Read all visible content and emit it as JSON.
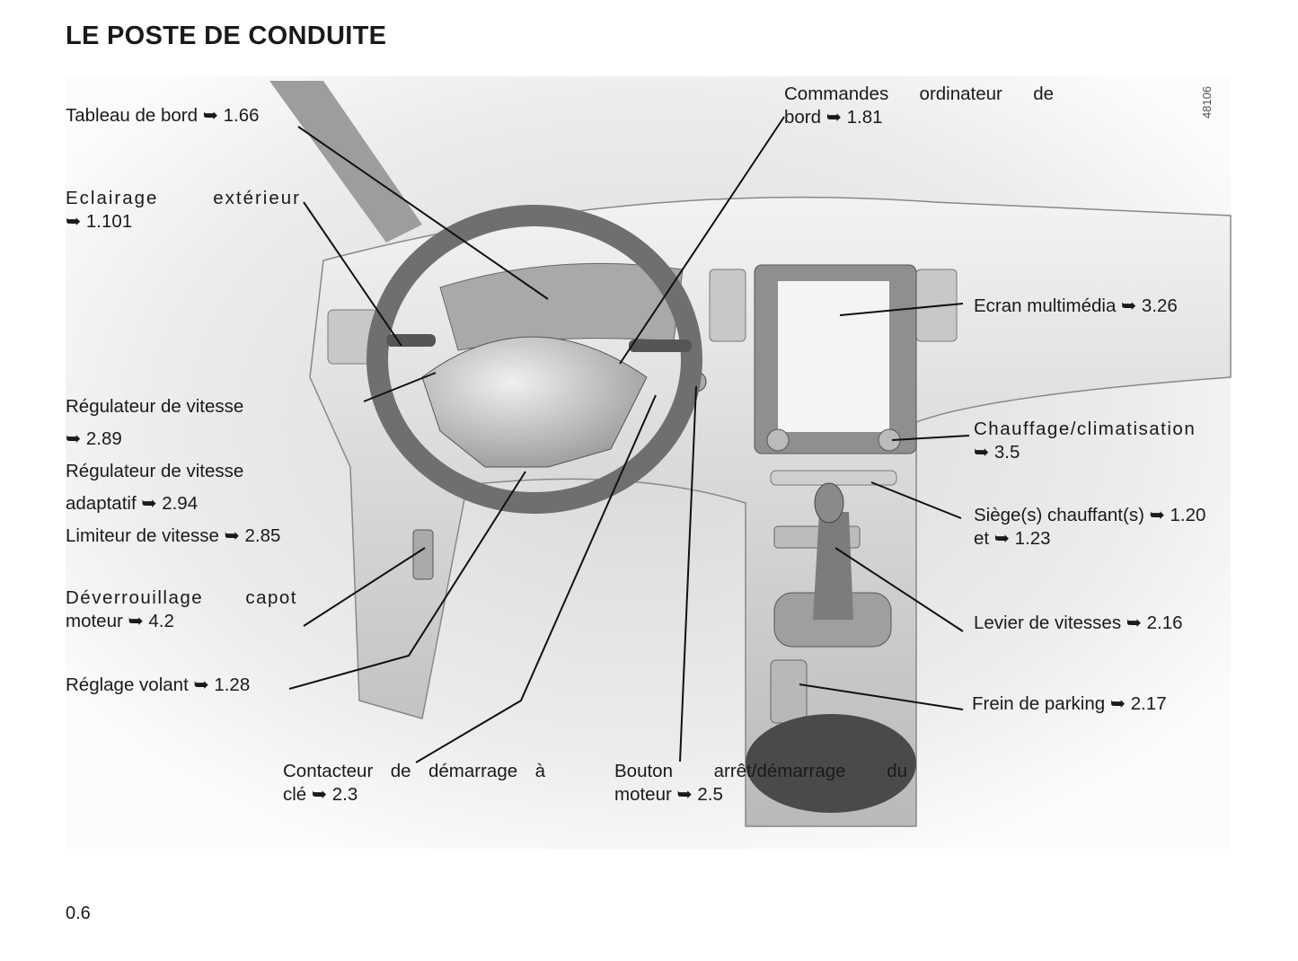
{
  "page": {
    "title": "LE POSTE DE CONDUITE",
    "page_number": "0.6",
    "figure_ref": "48106"
  },
  "labels": {
    "tableau_de_bord": "Tableau de bord ➥ 1.66",
    "eclairage_1": "Eclairage extérieur",
    "eclairage_2": "➥ 1.101",
    "regulateur_1": "Régulateur de vitesse",
    "regulateur_2": "➥ 2.89",
    "regulateur_adaptatif_1": "Régulateur de vitesse",
    "regulateur_adaptatif_2": "adaptatif ➥ 2.94",
    "limiteur": "Limiteur de vitesse ➥ 2.85",
    "capot_1": "Déverrouillage capot",
    "capot_2": "moteur ➥ 4.2",
    "volant": "Réglage volant ➥ 1.28",
    "contacteur_1": "Contacteur de démarrage à",
    "contacteur_2": "clé ➥ 2.3",
    "bouton_1": "Bouton arrêt/démarrage du",
    "bouton_2": "moteur ➥ 2.5",
    "ordinateur_1": "Commandes ordinateur de",
    "ordinateur_2": "bord ➥ 1.81",
    "ecran": "Ecran multimédia ➥ 3.26",
    "chauffage_1": "Chauffage/climatisation",
    "chauffage_2": "➥ 3.5",
    "siege_1": "Siège(s) chauffant(s) ➥ 1.20",
    "siege_2": "et ➥ 1.23",
    "levier": "Levier de vitesses ➥ 2.16",
    "frein": "Frein de parking ➥ 2.17"
  }
}
